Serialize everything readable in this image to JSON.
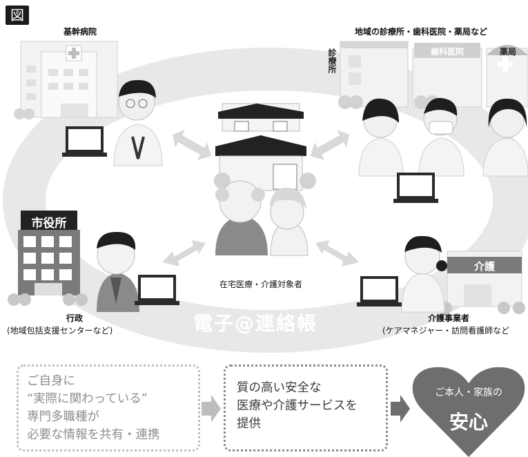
{
  "badge": "図",
  "hospital": {
    "label": "基幹病院"
  },
  "clinics": {
    "label": "地域の診療所・歯科医院・薬局など",
    "sign_clinic": "診療所",
    "sign_dental": "歯科医院",
    "sign_pharmacy": "薬局"
  },
  "cityhall": {
    "sign": "市役所",
    "label": "行政",
    "sub": "(地域包括支援センターなど)"
  },
  "care": {
    "sign": "介護",
    "label": "介護事業者",
    "sub": "(ケアマネジャー・訪問看護師など"
  },
  "patient": {
    "label": "在宅医療・介護対象者"
  },
  "ring_text": "電子@連絡帳",
  "box1": {
    "lines": [
      "ご自身に",
      "“実際に関わっている”",
      "専門多職種が",
      "必要な情報を共有・連携"
    ]
  },
  "box2": {
    "lines": [
      "質の高い安全な",
      "医療や介護サービスを",
      "提供"
    ]
  },
  "heart": {
    "line1": "ご本人・家族の",
    "line2": "安心"
  },
  "colors": {
    "ring": "#e6e6e6",
    "heart": "#6e6e6e",
    "arrow": "#d9d9d9",
    "dark": "#1a1a1a"
  }
}
